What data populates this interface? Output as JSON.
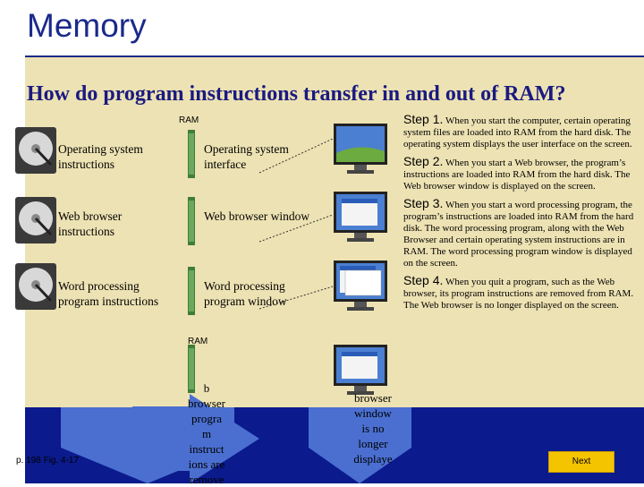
{
  "title": "Memory",
  "question": "How do program instructions transfer in and out of RAM?",
  "ram_label_top": "RAM",
  "ram_label_bottom": "RAM",
  "rows": [
    {
      "instructions": "Operating system instructions",
      "interface": "Operating system interface"
    },
    {
      "instructions": "Web browser instructions",
      "interface": "Web browser window"
    },
    {
      "instructions": "Word processing program instructions",
      "interface": "Word processing program window"
    }
  ],
  "steps": [
    {
      "head": "Step 1.",
      "text": "When you start the computer, certain operating system files are loaded into RAM from the hard disk. The operating system displays the user interface on the screen."
    },
    {
      "head": "Step 2.",
      "text": "When you start a Web browser, the program’s instructions are loaded into RAM from the hard disk. The Web browser window is displayed on the screen."
    },
    {
      "head": "Step 3.",
      "text": "When you start a word processing program, the program’s instructions are loaded into RAM from the hard disk. The word processing program, along with the Web Browser and certain operating system instructions are in RAM. The word processing program window is displayed on the screen."
    },
    {
      "head": "Step 4.",
      "text": "When you quit a program, such as the Web browser, its program instructions are removed from RAM. The Web browser is no longer displayed on the screen."
    }
  ],
  "removed_instructions_text": [
    "b",
    "browser",
    "progra",
    "m",
    "instruct",
    "ions are",
    "remove"
  ],
  "removed_window_text": [
    "",
    "browser",
    "window",
    "is no",
    "longer",
    "displaye"
  ],
  "reference": "p. 198 Fig. 4-17",
  "next_label": "Next",
  "colors": {
    "title": "#1a2a8a",
    "panel": "#ede2b3",
    "band": "#0b1a8c",
    "arrow": "#4a6fd0",
    "next": "#f5c400"
  }
}
